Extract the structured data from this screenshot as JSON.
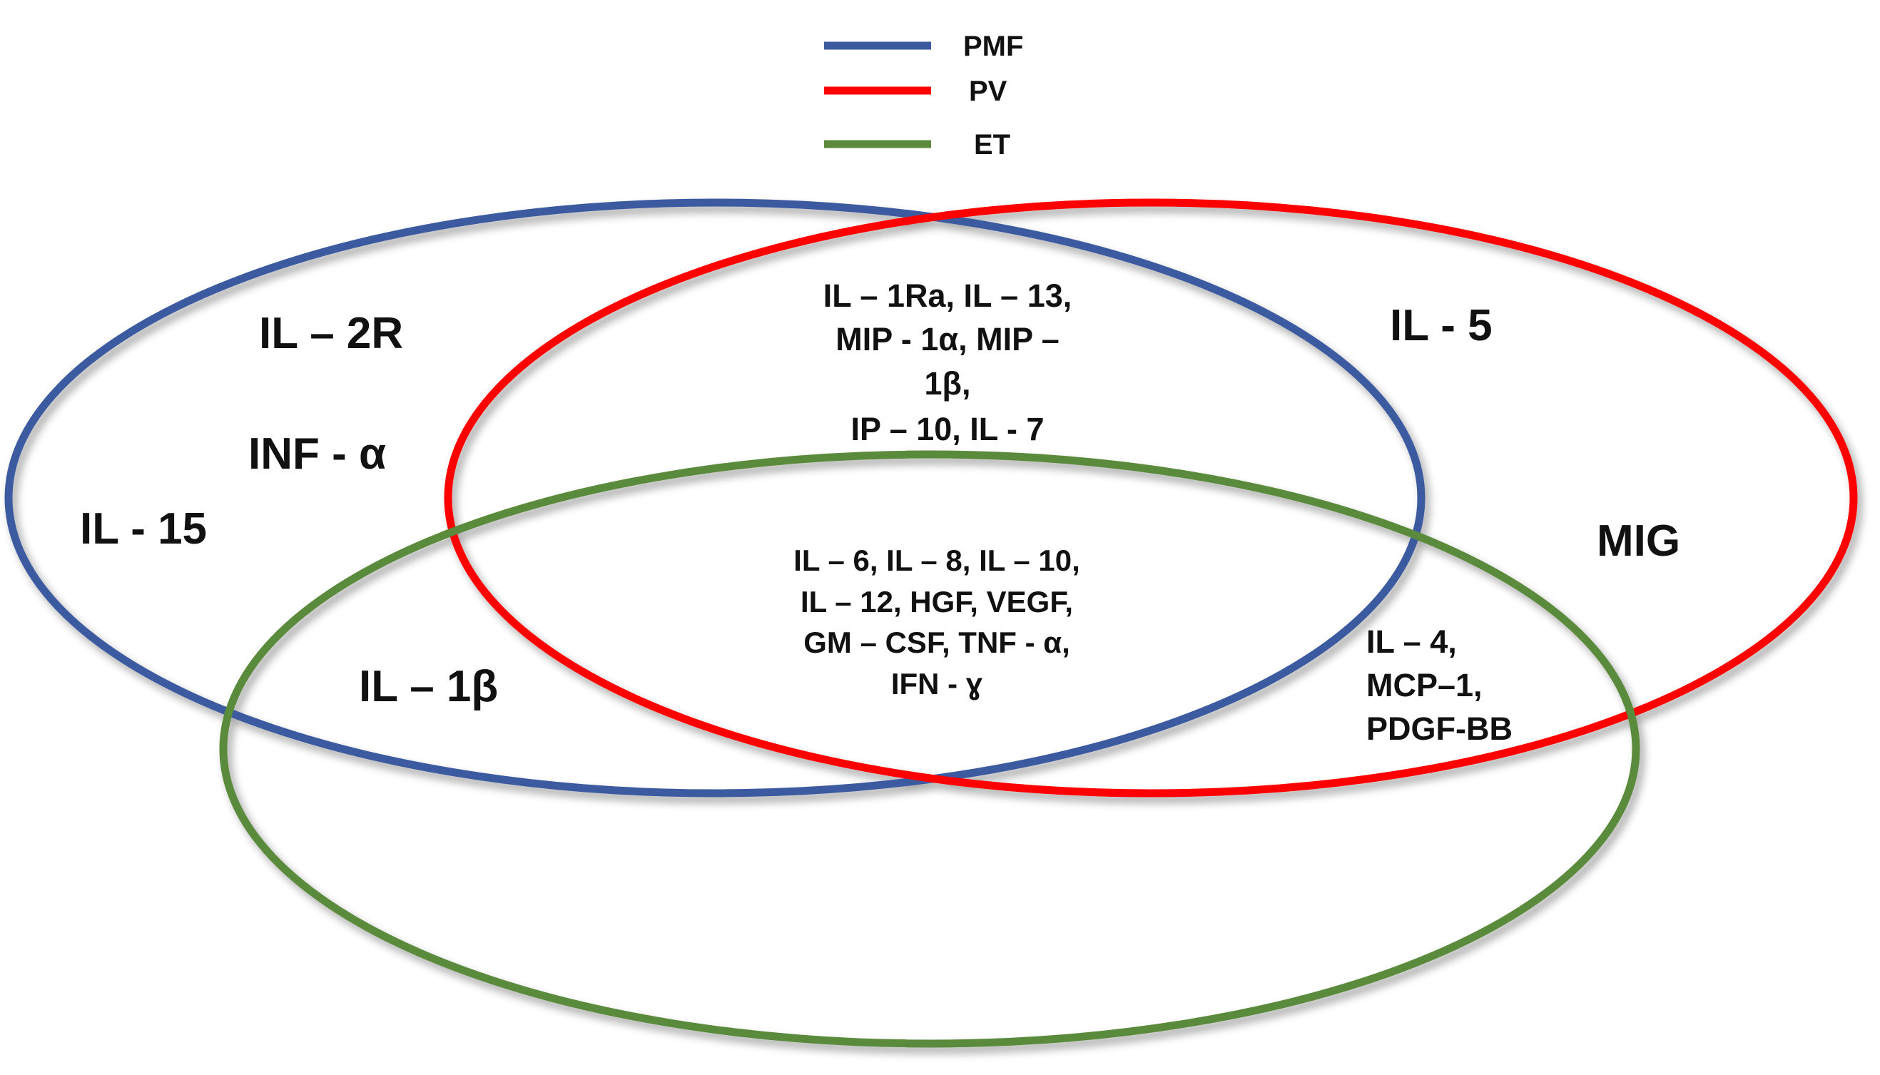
{
  "colors": {
    "pmf": "#3a5aa0",
    "pv": "#ff0000",
    "et": "#5a8a3a"
  },
  "legend": [
    {
      "label": "PMF",
      "color": "#3a5aa0"
    },
    {
      "label": "PV",
      "color": "#ff0000"
    },
    {
      "label": "ET",
      "color": "#5a8a3a"
    }
  ],
  "regions": {
    "pmf_only": {
      "il_2r": "IL – 2R",
      "inf_alpha": "INF - α",
      "il_15": "IL - 15"
    },
    "pv_only": {
      "il_5": "IL - 5",
      "mig": "MIG"
    },
    "pmf_et": {
      "il_1b": "IL – 1β"
    },
    "pmf_pv": {
      "lines": [
        "IL – 1Ra, IL – 13,",
        "MIP - 1α, MIP –",
        "1β,",
        "IP – 10, IL - 7"
      ]
    },
    "all_three": {
      "lines": [
        "IL – 6, IL – 8, IL – 10,",
        "IL – 12, HGF, VEGF,",
        "GM – CSF, TNF - α,",
        "IFN - ɣ"
      ]
    },
    "pv_et": {
      "lines": [
        "IL – 4,",
        "MCP–1,",
        "PDGF-BB"
      ]
    }
  }
}
